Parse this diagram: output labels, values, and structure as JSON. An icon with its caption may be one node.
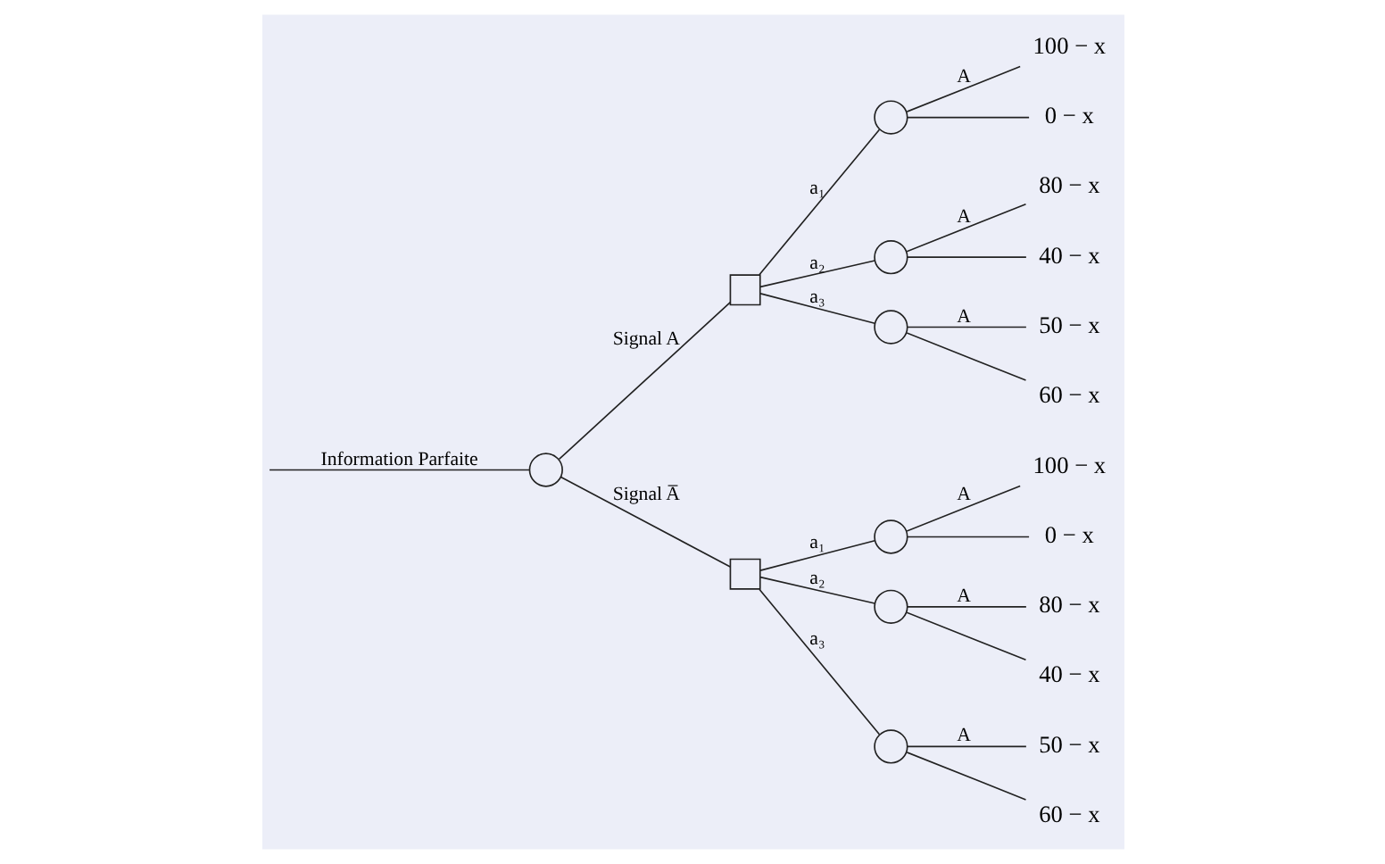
{
  "diagram": {
    "nodes": [
      {
        "text": [],
        "shape": "circle"
      },
      {
        "text": [],
        "shape": "box"
      },
      {
        "text": [],
        "shape": "circle"
      },
      {
        "text": [],
        "shape": "circle"
      },
      {
        "text": [],
        "shape": "circle"
      },
      {
        "text": [
          "100 − x"
        ]
      },
      {
        "text": [
          "0 − x"
        ]
      },
      {
        "text": [
          "80 − x"
        ]
      },
      {
        "text": [
          "40 − x"
        ]
      },
      {
        "text": [
          "50 − x"
        ]
      },
      {
        "text": [
          "60 − x"
        ]
      },
      {
        "text": [],
        "shape": "box"
      },
      {
        "text": [],
        "shape": "circle"
      },
      {
        "text": [],
        "shape": "circle"
      },
      {
        "text": [],
        "shape": "circle"
      },
      {
        "text": [
          "100 − x"
        ]
      },
      {
        "text": [
          "0 − x"
        ]
      },
      {
        "text": [
          "80 − x"
        ]
      },
      {
        "text": [
          "40 − x"
        ]
      },
      {
        "text": [
          "50 − x"
        ]
      },
      {
        "text": [
          "60 − x"
        ]
      }
    ],
    "edges": [
      {
        "from": null,
        "to": 0,
        "arrow": "none",
        "label": "Information Parfaite"
      },
      {
        "from": 0,
        "to": 1,
        "arrow": "none",
        "label": "Signal A"
      },
      {
        "from": 0,
        "to": 11,
        "arrow": "none",
        "label": "Signal A̅"
      },
      {
        "from": 1,
        "to": 2,
        "arrow": "none",
        "label": "a₁"
      },
      {
        "from": 1,
        "to": 3,
        "arrow": "none",
        "label": "a₂"
      },
      {
        "from": 1,
        "to": 4,
        "arrow": "none",
        "label": "a₃"
      },
      {
        "from": 2,
        "to": 5,
        "arrow": "none",
        "label": "A"
      },
      {
        "from": 2,
        "to": 6,
        "arrow": "none"
      },
      {
        "from": 3,
        "to": 7,
        "arrow": "none",
        "label": "A"
      },
      {
        "from": 3,
        "to": 8,
        "arrow": "none"
      },
      {
        "from": 4,
        "to": 9,
        "arrow": "none",
        "label": "A"
      },
      {
        "from": 4,
        "to": 10,
        "arrow": "none"
      },
      {
        "from": 11,
        "to": 12,
        "arrow": "none",
        "label": "a₁"
      },
      {
        "from": 11,
        "to": 13,
        "arrow": "none",
        "label": "a₂"
      },
      {
        "from": 11,
        "to": 14,
        "arrow": "none",
        "label": "a₃"
      },
      {
        "from": 12,
        "to": 15,
        "arrow": "none",
        "label": "A"
      },
      {
        "from": 12,
        "to": 16,
        "arrow": "none"
      },
      {
        "from": 13,
        "to": 17,
        "arrow": "none",
        "label": "A"
      },
      {
        "from": 13,
        "to": 18,
        "arrow": "none"
      },
      {
        "from": 14,
        "to": 19,
        "arrow": "none",
        "label": "A"
      },
      {
        "from": 14,
        "to": 20,
        "arrow": "none"
      }
    ]
  }
}
